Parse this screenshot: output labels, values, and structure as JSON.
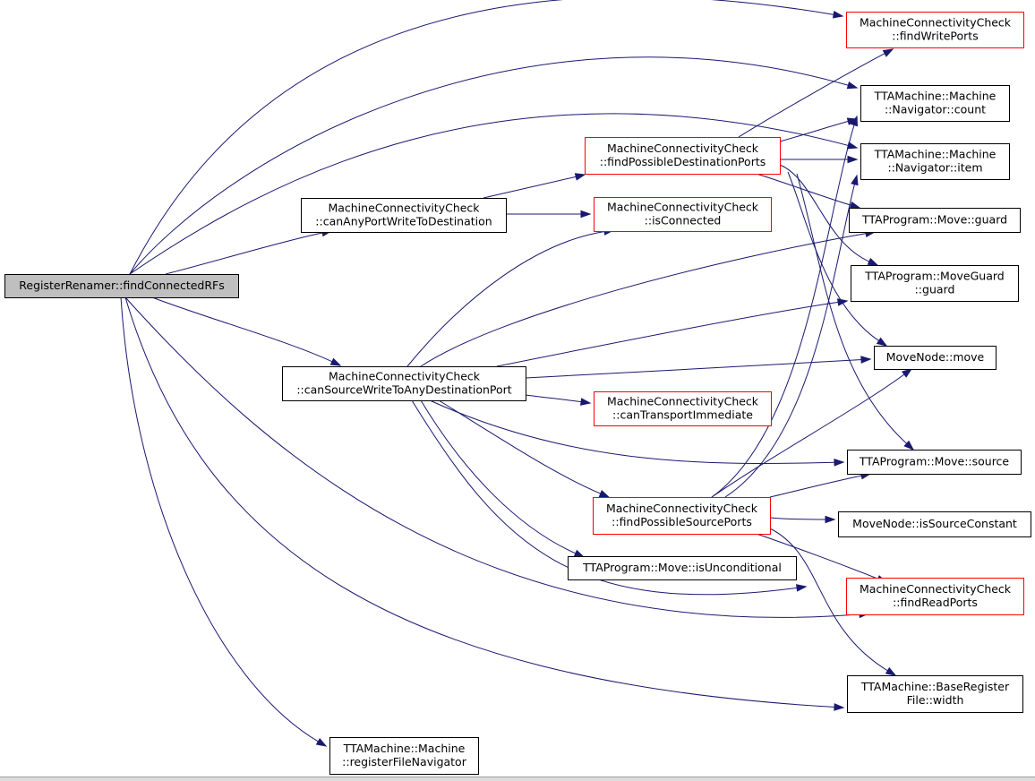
{
  "colors": {
    "edge": "#191970",
    "root_fill": "#bfbfbf",
    "node_fill": "#ffffff",
    "border_default": "#000000",
    "border_highlight": "#ff0000"
  },
  "nodes": [
    {
      "id": "root",
      "lines": [
        "RegisterRenamer::findConnectedRFs"
      ],
      "style": "root"
    },
    {
      "id": "canAny",
      "lines": [
        "MachineConnectivityCheck",
        "::canAnyPortWriteToDestination"
      ],
      "style": "normal"
    },
    {
      "id": "canSource",
      "lines": [
        "MachineConnectivityCheck",
        "::canSourceWriteToAnyDestinationPort"
      ],
      "style": "normal"
    },
    {
      "id": "regNav",
      "lines": [
        "TTAMachine::Machine",
        "::registerFileNavigator"
      ],
      "style": "normal"
    },
    {
      "id": "findPossDest",
      "lines": [
        "MachineConnectivityCheck",
        "::findPossibleDestinationPorts"
      ],
      "style": "red"
    },
    {
      "id": "isConnected",
      "lines": [
        "MachineConnectivityCheck",
        "::isConnected"
      ],
      "style": "red"
    },
    {
      "id": "canTransport",
      "lines": [
        "MachineConnectivityCheck",
        "::canTransportImmediate"
      ],
      "style": "red"
    },
    {
      "id": "findPossSrc",
      "lines": [
        "MachineConnectivityCheck",
        "::findPossibleSourcePorts"
      ],
      "style": "red"
    },
    {
      "id": "isUncond",
      "lines": [
        "TTAProgram::Move::isUnconditional"
      ],
      "style": "normal"
    },
    {
      "id": "findWrite",
      "lines": [
        "MachineConnectivityCheck",
        "::findWritePorts"
      ],
      "style": "red"
    },
    {
      "id": "navCount",
      "lines": [
        "TTAMachine::Machine",
        "::Navigator::count"
      ],
      "style": "normal"
    },
    {
      "id": "navItem",
      "lines": [
        "TTAMachine::Machine",
        "::Navigator::item"
      ],
      "style": "normal"
    },
    {
      "id": "moveGuard",
      "lines": [
        "TTAProgram::Move::guard"
      ],
      "style": "normal"
    },
    {
      "id": "moveGuardGuard",
      "lines": [
        "TTAProgram::MoveGuard",
        "::guard"
      ],
      "style": "normal"
    },
    {
      "id": "mnMove",
      "lines": [
        "MoveNode::move"
      ],
      "style": "normal"
    },
    {
      "id": "moveSource",
      "lines": [
        "TTAProgram::Move::source"
      ],
      "style": "normal"
    },
    {
      "id": "isSrcConst",
      "lines": [
        "MoveNode::isSourceConstant"
      ],
      "style": "normal"
    },
    {
      "id": "findRead",
      "lines": [
        "MachineConnectivityCheck",
        "::findReadPorts"
      ],
      "style": "red"
    },
    {
      "id": "width",
      "lines": [
        "TTAMachine::BaseRegister",
        "File::width"
      ],
      "style": "normal"
    }
  ],
  "edges": [
    {
      "from": "root",
      "to": "findWrite"
    },
    {
      "from": "root",
      "to": "navCount"
    },
    {
      "from": "root",
      "to": "navItem"
    },
    {
      "from": "root",
      "to": "canAny"
    },
    {
      "from": "root",
      "to": "canSource"
    },
    {
      "from": "root",
      "to": "findRead"
    },
    {
      "from": "root",
      "to": "width"
    },
    {
      "from": "root",
      "to": "regNav"
    },
    {
      "from": "canAny",
      "to": "findPossDest"
    },
    {
      "from": "canAny",
      "to": "isConnected"
    },
    {
      "from": "findPossDest",
      "to": "findWrite"
    },
    {
      "from": "findPossDest",
      "to": "navCount"
    },
    {
      "from": "findPossDest",
      "to": "navItem"
    },
    {
      "from": "findPossDest",
      "to": "moveGuard"
    },
    {
      "from": "findPossDest",
      "to": "moveGuardGuard"
    },
    {
      "from": "findPossDest",
      "to": "mnMove"
    },
    {
      "from": "findPossDest",
      "to": "moveSource"
    },
    {
      "from": "canSource",
      "to": "isConnected"
    },
    {
      "from": "canSource",
      "to": "moveGuard"
    },
    {
      "from": "canSource",
      "to": "moveGuardGuard"
    },
    {
      "from": "canSource",
      "to": "mnMove"
    },
    {
      "from": "canSource",
      "to": "canTransport"
    },
    {
      "from": "canSource",
      "to": "moveSource"
    },
    {
      "from": "canSource",
      "to": "findPossSrc"
    },
    {
      "from": "canSource",
      "to": "isUncond"
    },
    {
      "from": "canSource",
      "to": "isSrcConst"
    },
    {
      "from": "findPossSrc",
      "to": "navCount"
    },
    {
      "from": "findPossSrc",
      "to": "navItem"
    },
    {
      "from": "findPossSrc",
      "to": "mnMove"
    },
    {
      "from": "findPossSrc",
      "to": "moveSource"
    },
    {
      "from": "findPossSrc",
      "to": "isSrcConst"
    },
    {
      "from": "findPossSrc",
      "to": "findRead"
    },
    {
      "from": "findPossSrc",
      "to": "width"
    }
  ]
}
